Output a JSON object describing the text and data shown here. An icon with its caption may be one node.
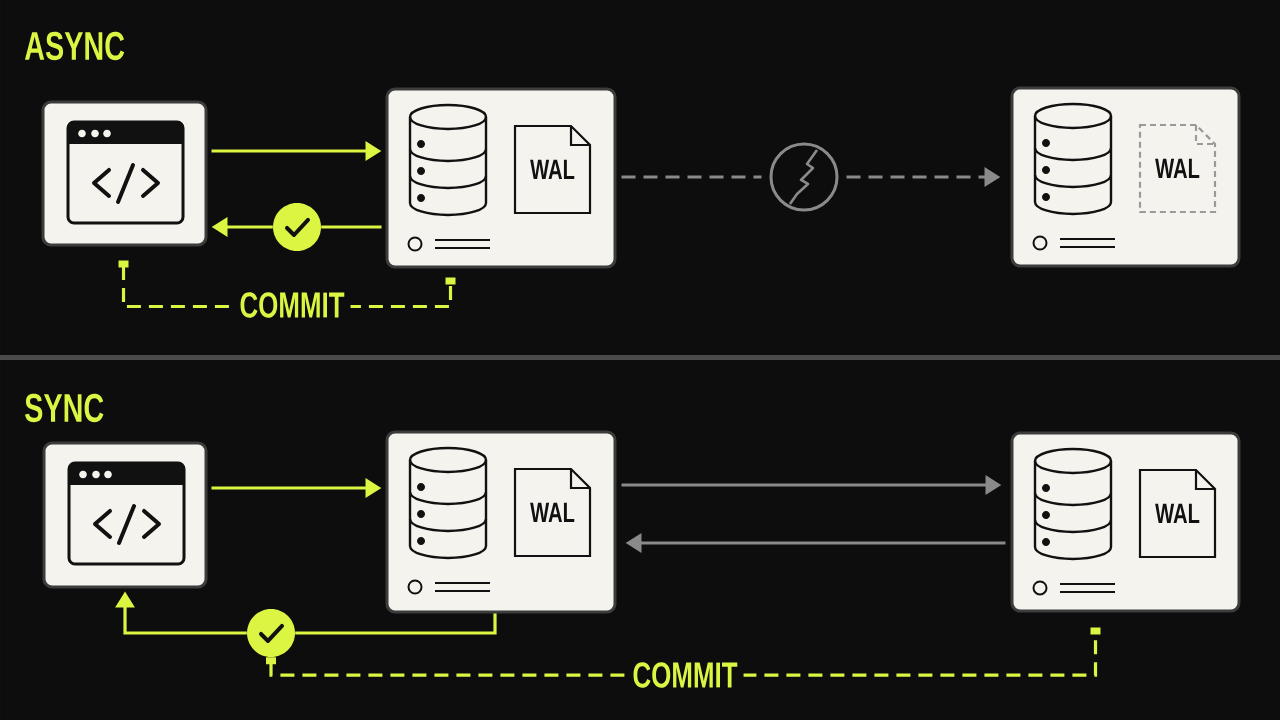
{
  "diagram": {
    "nodes": [
      {
        "text": [],
        "shape": "box"
      },
      {
        "text": [],
        "shape": "box"
      },
      {
        "text": [
          "WAL"
        ],
        "in": 1
      },
      {
        "text": [],
        "shape": "circle"
      },
      {
        "text": [],
        "shape": "box"
      },
      {
        "text": [
          "WAL"
        ],
        "in": 4
      },
      {
        "text": [],
        "shape": "circle"
      },
      {
        "text": [],
        "shape": "box"
      },
      {
        "text": [],
        "shape": "box"
      },
      {
        "text": [
          "WAL"
        ],
        "in": 8
      },
      {
        "text": [],
        "shape": "box"
      },
      {
        "text": [
          "WAL"
        ],
        "in": 10
      },
      {
        "text": [],
        "shape": "circle"
      }
    ],
    "edges": [
      {
        "from": 0,
        "to": 1,
        "arrow": "to"
      },
      {
        "from": 1,
        "to": 6,
        "arrow": "none"
      },
      {
        "from": 6,
        "to": 0,
        "arrow": "to"
      },
      {
        "from": 1,
        "to": 3,
        "arrow": "none",
        "style": "dashed",
        "color": "#8a8a8a"
      },
      {
        "from": 3,
        "to": 4,
        "arrow": "to",
        "style": "dashed",
        "color": "#8a8a8a"
      },
      {
        "from": 0,
        "to": 1,
        "arrow": "other",
        "style": "dashed",
        "label": "COMMIT"
      },
      {
        "from": 7,
        "to": 8,
        "arrow": "to"
      },
      {
        "from": 8,
        "to": 10,
        "arrow": "to",
        "color": "#8a8a8a"
      },
      {
        "from": 10,
        "to": 8,
        "arrow": "to",
        "color": "#8a8a8a"
      },
      {
        "from": 8,
        "to": 12,
        "arrow": "none"
      },
      {
        "from": 12,
        "to": 7,
        "arrow": "to"
      },
      {
        "from": 12,
        "to": 10,
        "arrow": "other",
        "style": "dashed",
        "label": "COMMIT"
      }
    ],
    "labels": [
      "ASYNC",
      "SYNC"
    ]
  }
}
